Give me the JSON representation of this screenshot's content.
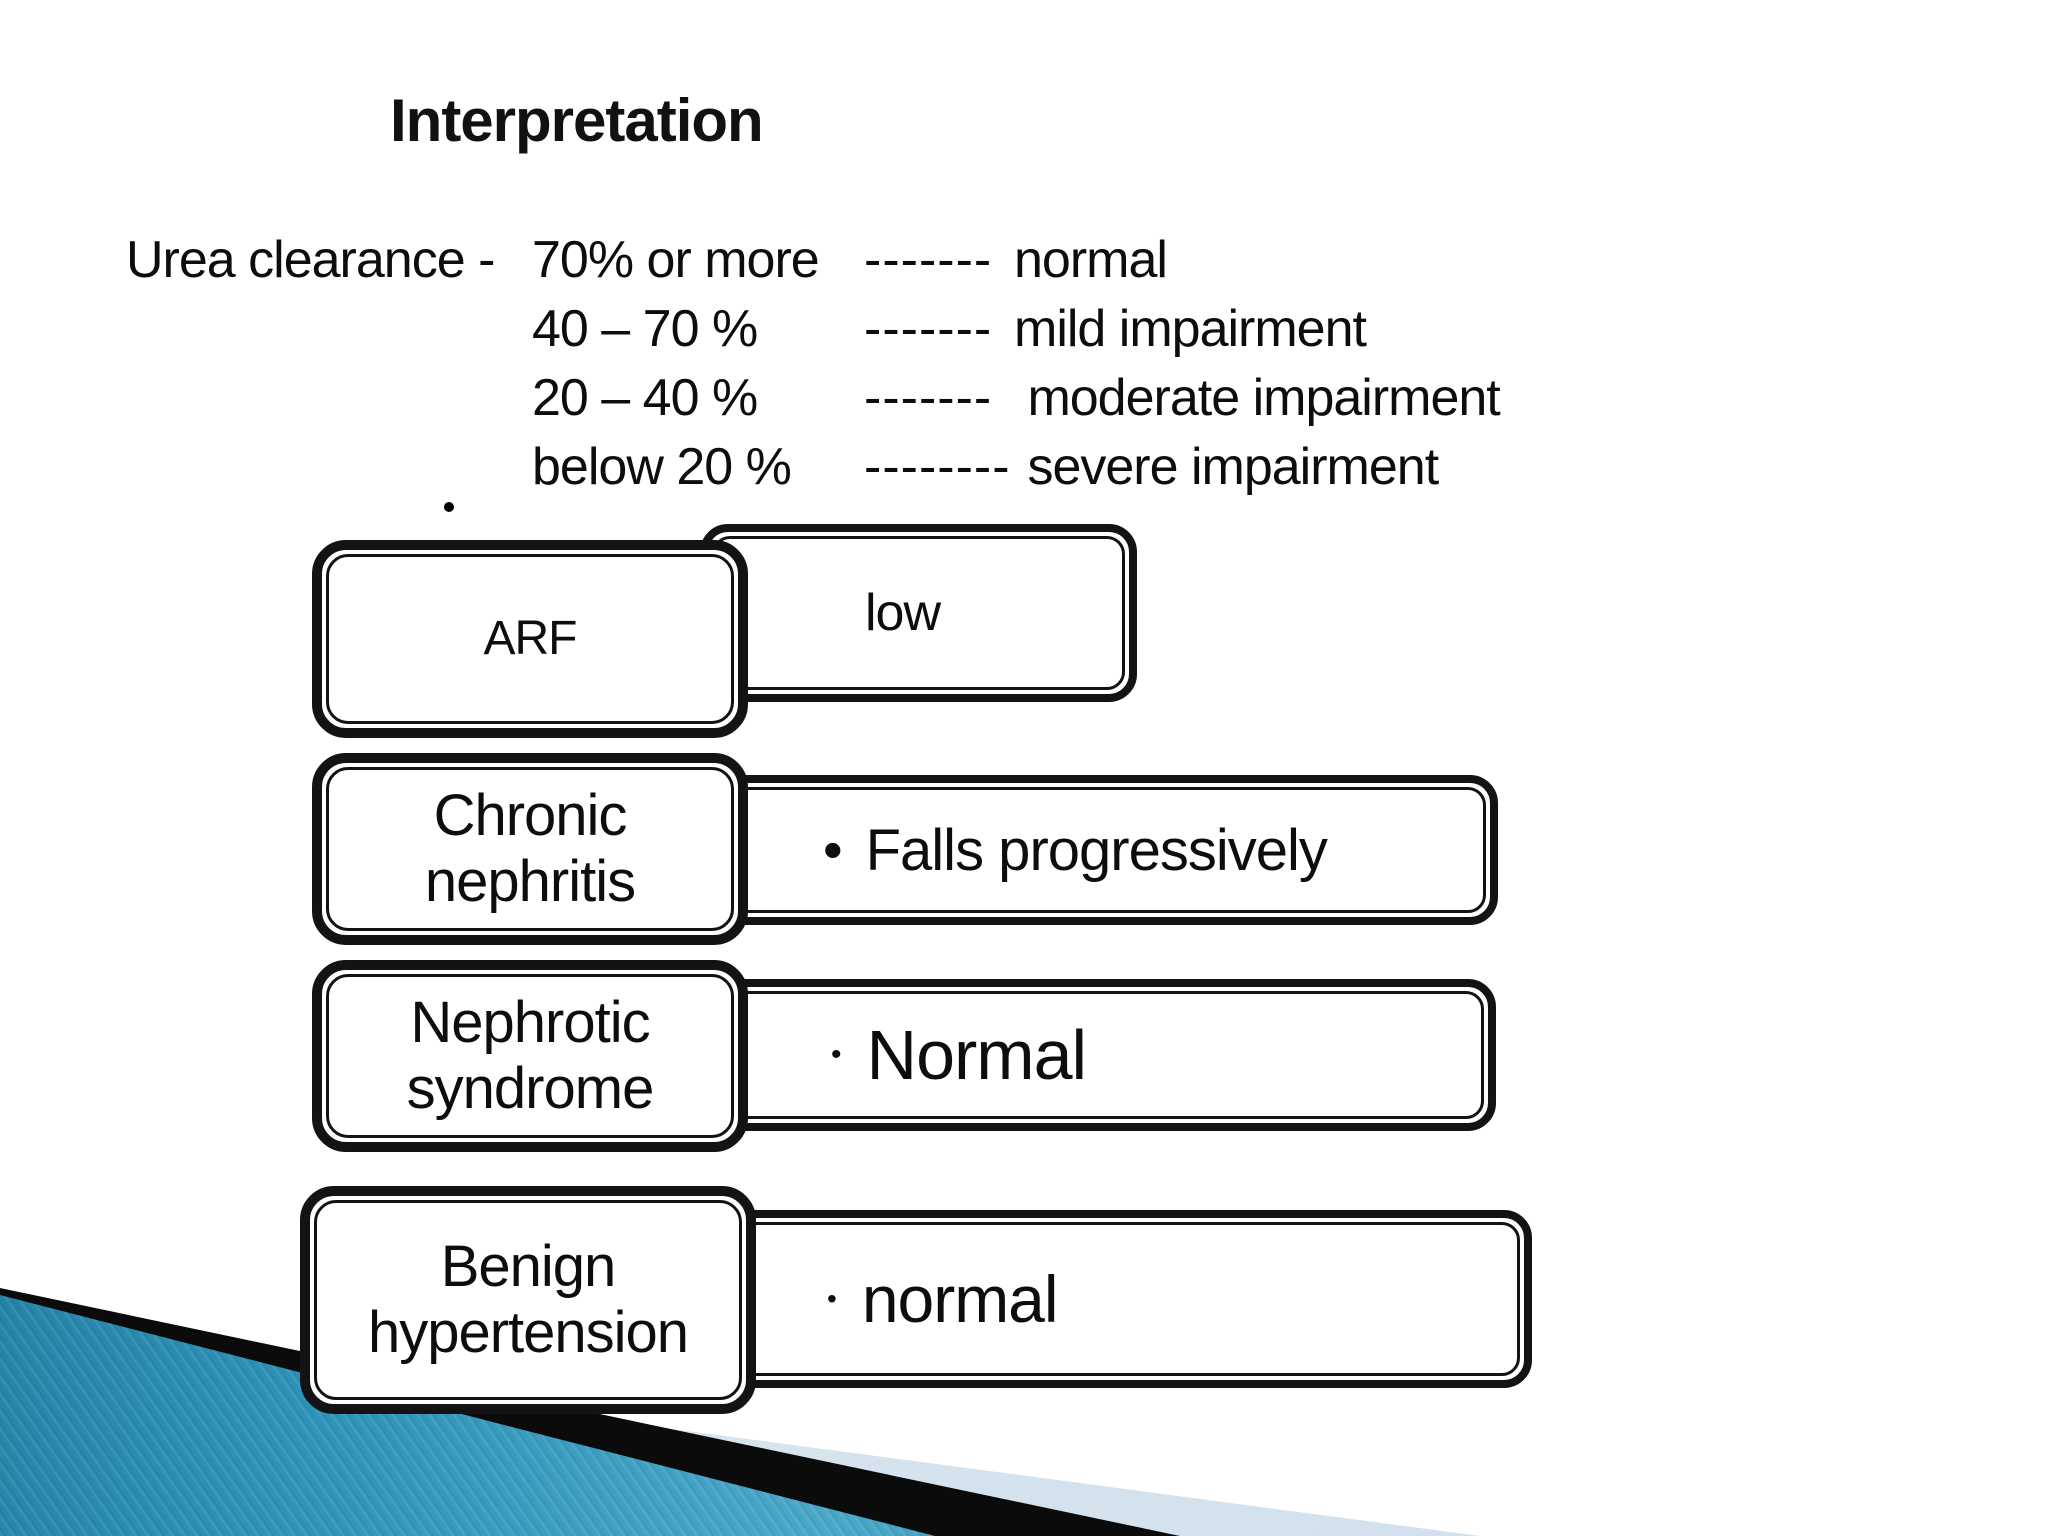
{
  "slide": {
    "title": "Interpretation",
    "interpretation_lines": [
      {
        "prefix": "Urea clearance - ",
        "range": "70% or more",
        "dashes": "-------",
        "result": "normal",
        "bullet": false
      },
      {
        "prefix": "",
        "range": "40 – 70 %",
        "dashes": "-------",
        "result": "mild impairment",
        "bullet": false
      },
      {
        "prefix": "",
        "range": "20 – 40 %",
        "dashes": "-------",
        "result": " moderate impairment",
        "bullet": false
      },
      {
        "prefix": "",
        "range": "below 20 %",
        "dashes": "--------",
        "result": " severe impairment",
        "bullet": true
      }
    ],
    "diagram_rows": [
      {
        "condition": "ARF",
        "bullet_char": "",
        "finding": "low"
      },
      {
        "condition": "Chronic nephritis",
        "bullet_char": "•",
        "finding": "Falls progressively"
      },
      {
        "condition": "Nephrotic syndrome",
        "bullet_char": "•",
        "finding": "Normal"
      },
      {
        "condition": "Benign hypertension",
        "bullet_char": "•",
        "finding": "normal"
      }
    ],
    "colors": {
      "background": "#ffffff",
      "text": "#0d0d0d",
      "box_border": "#131313",
      "stripe_black": "#0b0b0b",
      "pale_blue": "#d5e3ee",
      "teal_dark": "#15607e",
      "teal_mid": "#2e93b8",
      "teal_light": "#4aa8c9"
    }
  }
}
